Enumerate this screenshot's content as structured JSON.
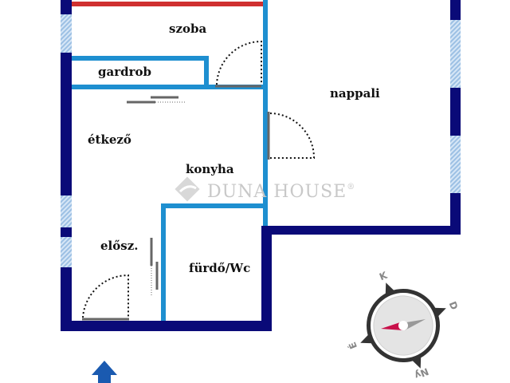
{
  "rooms": {
    "szoba": "szoba",
    "gardrob": "gardrob",
    "nappali": "nappali",
    "etkezo": "étkező",
    "konyha": "konyha",
    "eloszoba": "elősz.",
    "furdo": "fürdő/Wc"
  },
  "watermark": {
    "text": "DUNA HOUSE",
    "mark": "®"
  },
  "compass": {
    "north": "K",
    "east": "D",
    "west": "É",
    "south": "Ny"
  },
  "colors": {
    "outer_wall": "#0a0a78",
    "inner_wall": "#1e8fd0",
    "window": "#a8c8e8",
    "accent_wall": "#d03030",
    "door": "#666666",
    "needle": "#c8104a"
  }
}
